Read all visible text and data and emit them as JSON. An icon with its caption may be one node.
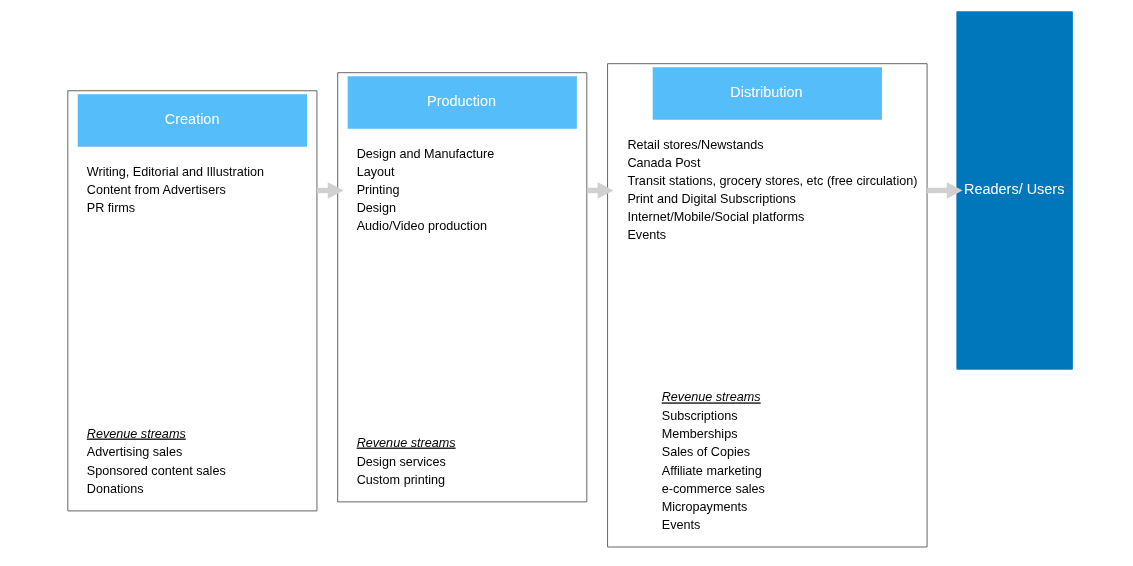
{
  "diagram": {
    "nodes": [
      {
        "text": [
          "Creation"
        ]
      },
      {
        "text": [
          "Writing, Editorial and Illustration",
          "Content from Advertisers",
          "PR firms"
        ],
        "in": 0
      },
      {
        "text": [
          "Revenue streams",
          "Advertising sales",
          "Sponsored content sales",
          "Donations"
        ],
        "in": 0
      },
      {
        "text": [
          "Production"
        ]
      },
      {
        "text": [
          "Design and Manufacture",
          "Layout",
          "Printing",
          "Design",
          "Audio/Video production"
        ],
        "in": 3
      },
      {
        "text": [
          "Revenue streams",
          "Design services",
          "Custom printing"
        ],
        "in": 3
      },
      {
        "text": [
          "Distribution"
        ]
      },
      {
        "text": [
          "Retail stores/Newstands",
          "Canada Post",
          "Transit stations, grocery stores, etc (free circulation)",
          "Print and Digital Subscriptions",
          "Internet/Mobile/Social platforms",
          "Events"
        ],
        "in": 6
      },
      {
        "text": [
          "Revenue streams",
          "Subscriptions",
          "Memberships",
          "Sales of Copies",
          "Affiliate marketing",
          "e-commerce sales",
          "Micropayments",
          "Events"
        ],
        "in": 6
      },
      {
        "text": [
          "Readers/ Users"
        ]
      }
    ],
    "edges": [
      {
        "from": 0,
        "to": 3,
        "arrow": "to"
      },
      {
        "from": 3,
        "to": 6,
        "arrow": "to"
      },
      {
        "from": 6,
        "to": 9,
        "arrow": "to"
      }
    ]
  }
}
